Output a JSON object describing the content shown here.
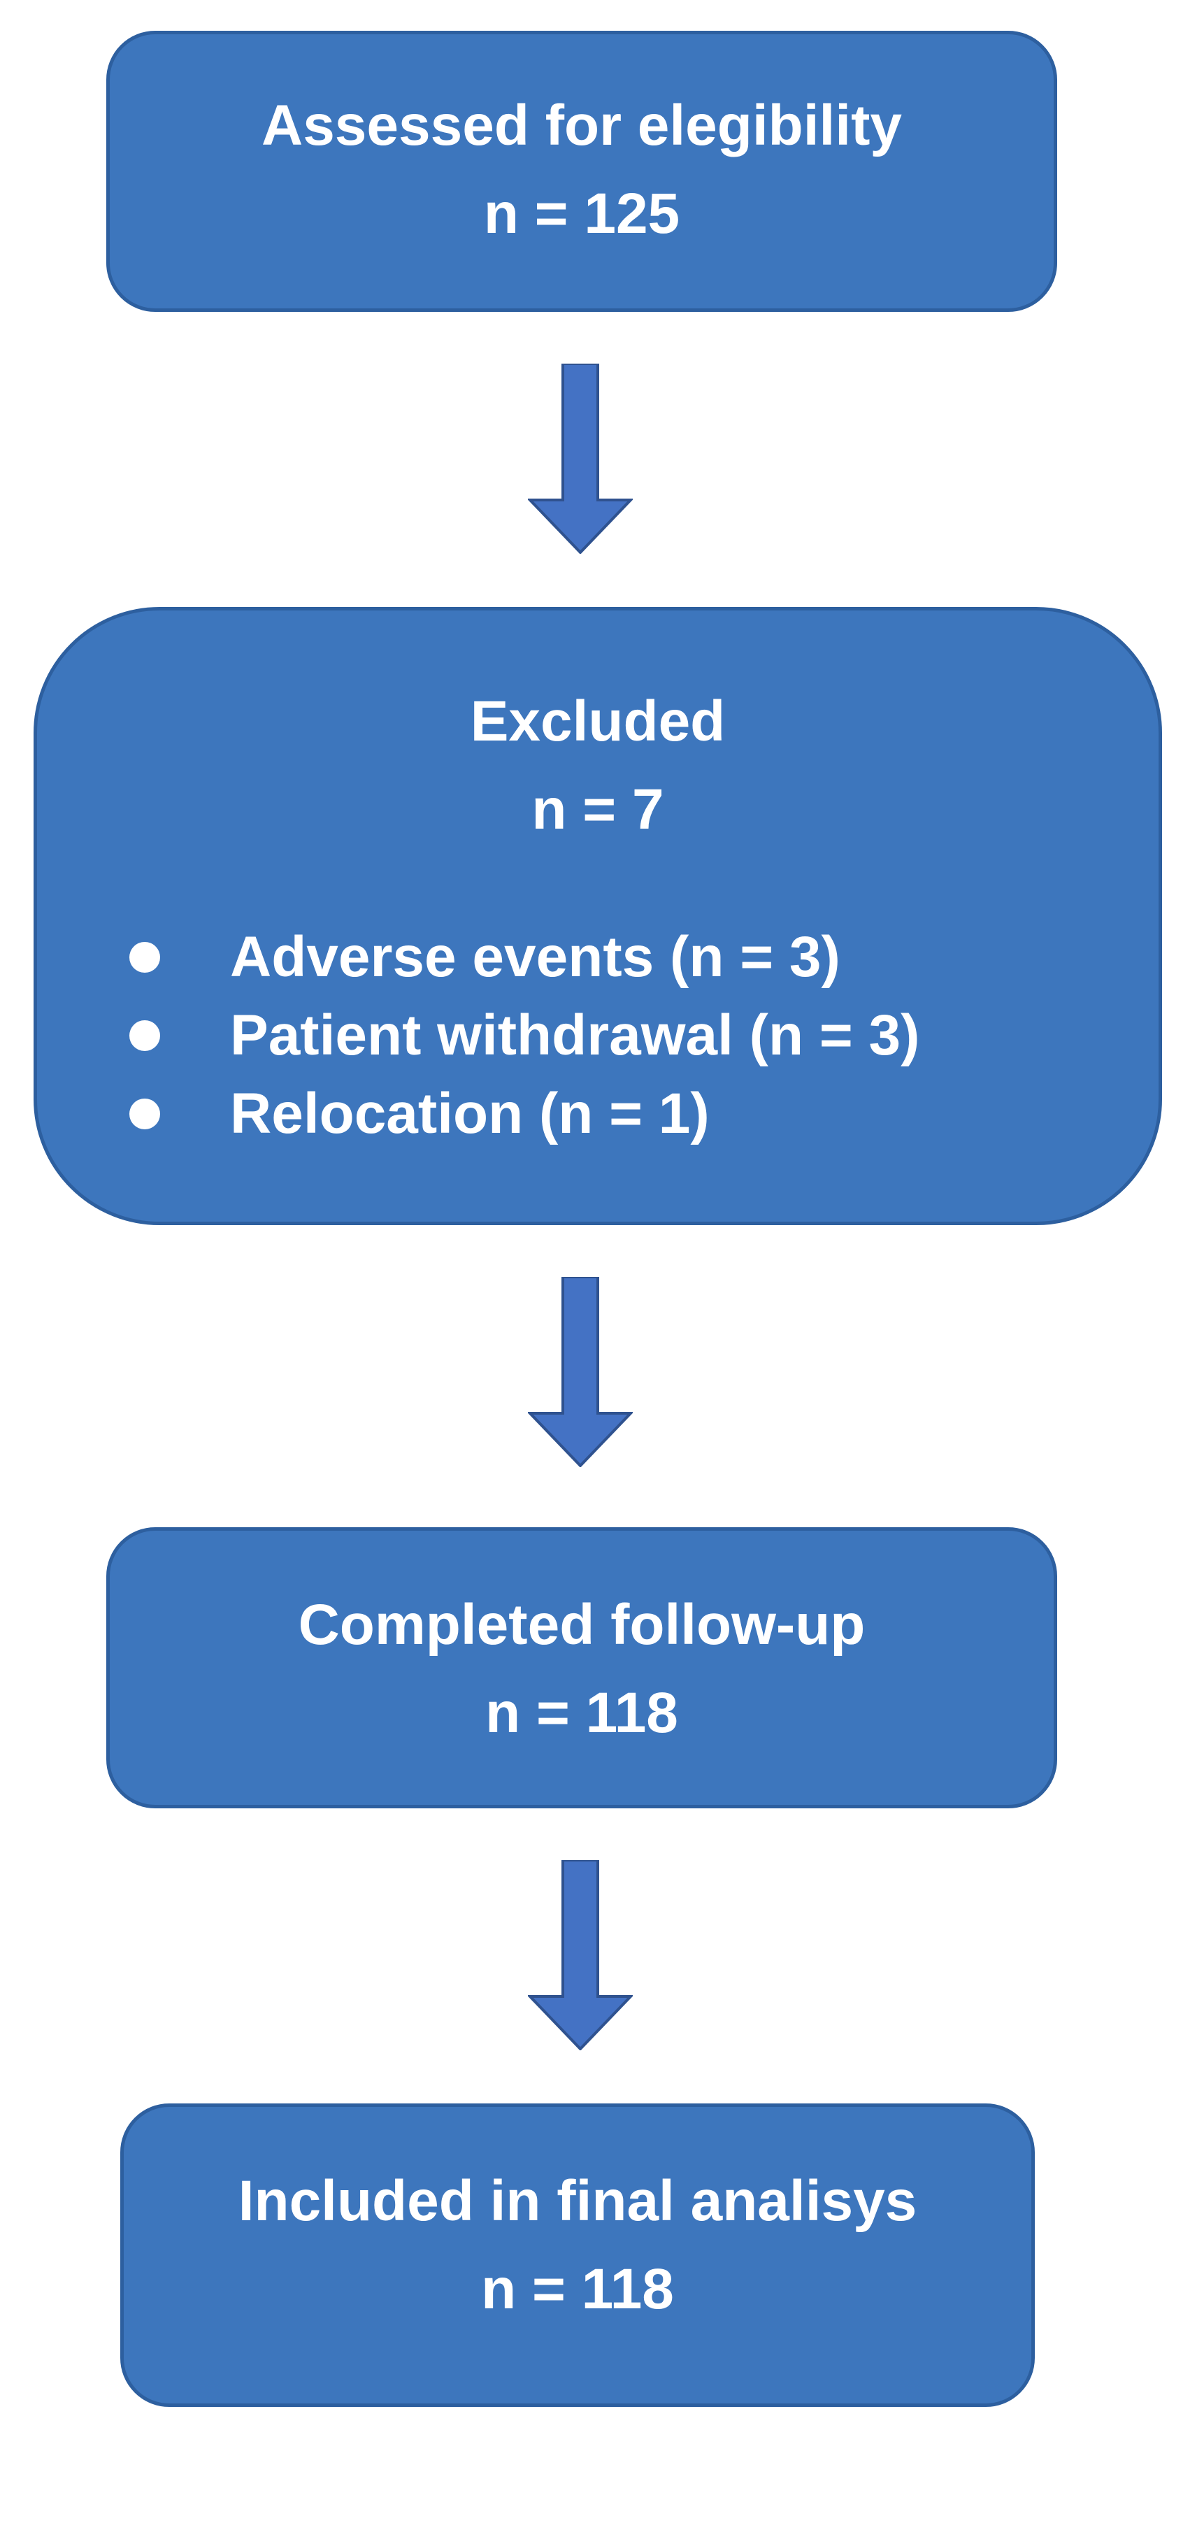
{
  "boxes": {
    "assessed": {
      "title": "Assessed for elegibility",
      "count": "n = 125"
    },
    "excluded": {
      "title": "Excluded",
      "count": "n = 7",
      "reasons": [
        "Adverse events (n = 3)",
        "Patient withdrawal (n = 3)",
        "Relocation (n = 1)"
      ]
    },
    "completed": {
      "title": "Completed follow-up",
      "count": "n = 118"
    },
    "included": {
      "title": "Included in final analisys",
      "count": "n = 118"
    }
  },
  "colors": {
    "box_fill": "#3d76bd",
    "box_border": "#2d5f9f",
    "arrow_fill": "#4472c4",
    "arrow_stroke": "#2f528f",
    "text": "#ffffff"
  },
  "icons": {
    "arrow": "arrow-down-icon",
    "bullet": "bullet-icon"
  }
}
